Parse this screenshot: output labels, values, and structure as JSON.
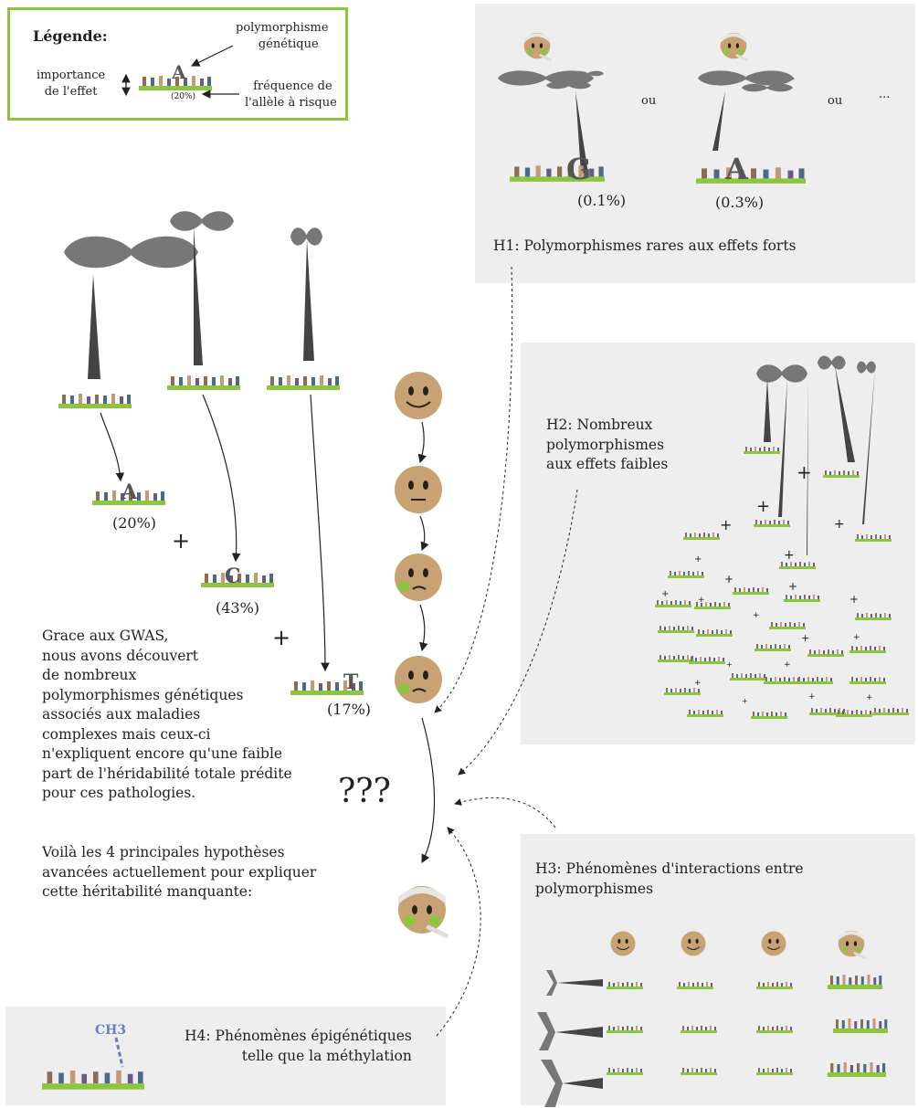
{
  "legend": {
    "title": "Légende:",
    "polymorphism": [
      "polymorphisme",
      "génétique"
    ],
    "effect": [
      "importance",
      "de l'effet"
    ],
    "frequency": [
      "fréquence de",
      "l'allèle à risque"
    ],
    "example_letter": "A",
    "example_pct": "(20%)"
  },
  "h1": {
    "label": "H1: Polymorphismes rares aux effets forts",
    "or1": "ou",
    "or2": "ou",
    "ellipsis": "...",
    "alleles": [
      {
        "letter": "G",
        "freq": "(0.1%)"
      },
      {
        "letter": "A",
        "freq": "(0.3%)"
      }
    ]
  },
  "h2": {
    "label": [
      "H2: Nombreux",
      "polymorphismes",
      "aux effets faibles"
    ]
  },
  "h3": {
    "label": [
      "H3: Phénomènes d'interactions entre",
      "polymorphismes"
    ]
  },
  "h4": {
    "label": [
      "H4: Phénomènes épigénétiques",
      "telle que la méthylation"
    ],
    "ch3": "CH3"
  },
  "main": {
    "alleles": [
      {
        "letter": "A",
        "freq": "(20%)"
      },
      {
        "letter": "C",
        "freq": "(43%)"
      },
      {
        "letter": "T",
        "freq": "(17%)"
      }
    ],
    "plus": "+",
    "question": "???",
    "text1": [
      "Grace aux GWAS,",
      "nous avons découvert",
      "de nombreux",
      "polymorphismes génétiques",
      "associés aux maladies",
      "complexes mais ceux-ci",
      "n'expliquent encore qu'une faible",
      "part de l'héridabilité totale prédite",
      "pour ces pathologies."
    ],
    "text2": [
      "Voilà les 4 principales hypothèses",
      "avancées actuellement pour expliquer",
      "cette héritabilité manquante:"
    ]
  },
  "colors": {
    "green": "#8cc63f",
    "face": "#c8a272",
    "panel": "#eeeeee",
    "chromosome": "#777777",
    "dark": "#444444"
  }
}
